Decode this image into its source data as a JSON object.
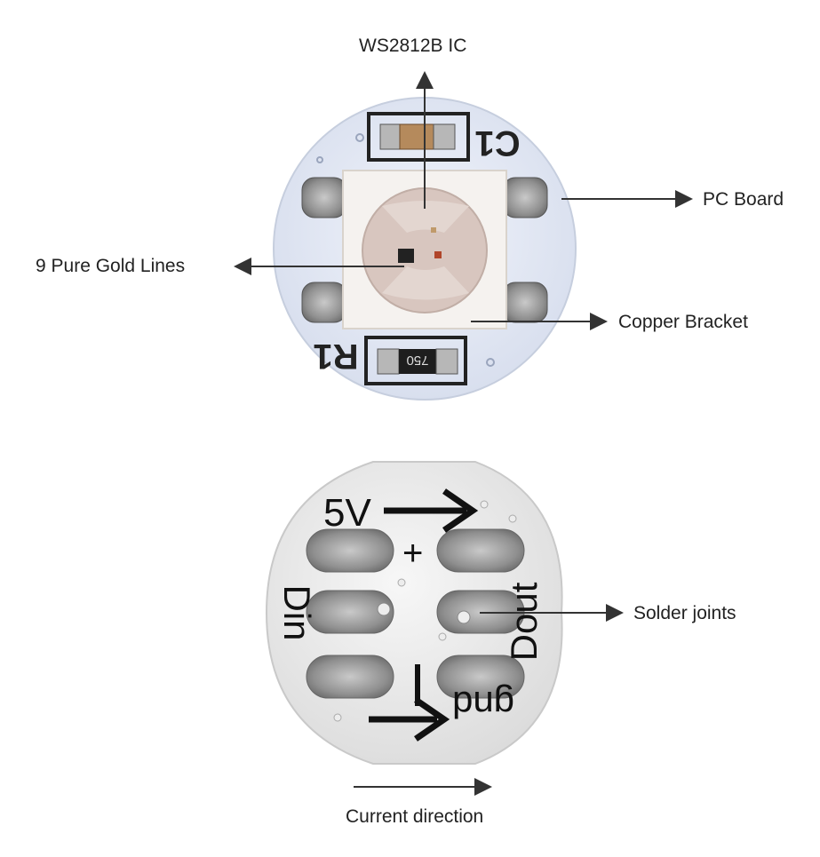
{
  "labels": {
    "ic": "WS2812B IC",
    "pc_board": "PC Board",
    "gold_lines": "9 Pure Gold Lines",
    "copper_bracket": "Copper Bracket",
    "solder_joints": "Solder joints",
    "current_direction": "Current direction"
  },
  "front_silkscreen": {
    "cap": "C1",
    "res": "R1",
    "res_value": "750"
  },
  "back_silkscreen": {
    "vcc": "5V",
    "plus": "+",
    "din": "Din",
    "dout": "Dout",
    "gnd": "gnd"
  },
  "colors": {
    "board": "#e7ecf7",
    "pad": "#9a9a9a",
    "led_body": "#f4f1ee",
    "text": "#222222"
  }
}
